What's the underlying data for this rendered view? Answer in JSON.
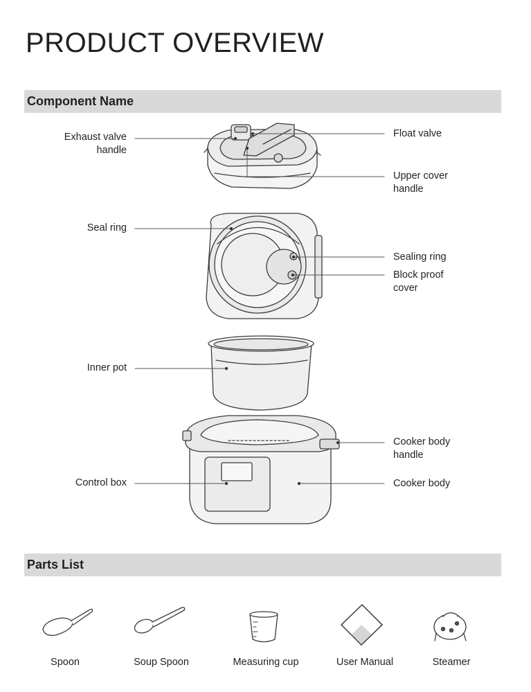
{
  "page": {
    "title": "PRODUCT OVERVIEW"
  },
  "component_section": {
    "heading": "Component Name",
    "callouts_left": [
      {
        "id": "exhaust",
        "label": "Exhaust valve\nhandle"
      },
      {
        "id": "seal",
        "label": "Seal ring"
      },
      {
        "id": "inner",
        "label": "Inner pot"
      },
      {
        "id": "control",
        "label": "Control box"
      }
    ],
    "callouts_right": [
      {
        "id": "float",
        "label": "Float valve"
      },
      {
        "id": "upper",
        "label": "Upper cover\nhandle"
      },
      {
        "id": "sealing",
        "label": "Sealing ring"
      },
      {
        "id": "block",
        "label": "Block proof\ncover"
      },
      {
        "id": "bodyhandle",
        "label": "Cooker body\nhandle"
      },
      {
        "id": "body",
        "label": "Cooker body"
      }
    ]
  },
  "parts_section": {
    "heading": "Parts List",
    "items": [
      {
        "label": "Spoon",
        "icon": "spoon-icon"
      },
      {
        "label": "Soup Spoon",
        "icon": "soup-spoon-icon"
      },
      {
        "label": "Measuring cup",
        "icon": "measuring-cup-icon"
      },
      {
        "label": "User Manual",
        "icon": "user-manual-icon"
      },
      {
        "label": "Steamer",
        "icon": "steamer-icon"
      }
    ]
  },
  "colors": {
    "section_bar": "#d9d9da",
    "text": "#231f20",
    "line_art": "#3a3a3a"
  }
}
